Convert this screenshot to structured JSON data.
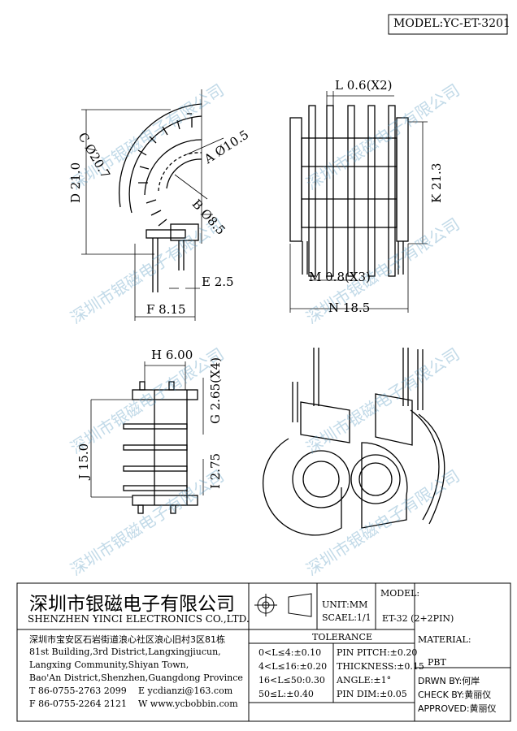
{
  "model_header": "MODEL:YC-ET-3201",
  "watermark": "深圳市银磁电子有限公司",
  "dims": {
    "L": "L 0.6(X2)",
    "K": "K 21.3",
    "D": "D 21.0",
    "C": "C Ø20.7",
    "A": "A Ø10.5",
    "B": "B Ø8.5",
    "E": "E 2.5",
    "F": "F 8.15",
    "M": "M 0.8(X3)",
    "N": "N 18.5",
    "H": "H 6.00",
    "G": "G 2.65(X4)",
    "J": "J 15.0",
    "I": "I 2.75"
  },
  "company": {
    "name_cn": "深圳市银磁电子有限公司",
    "name_en": "SHENZHEN YINCI ELECTRONICS CO.,LTD.",
    "address_cn": "深圳市宝安区石岩街道浪心社区浪心旧村3区81栋",
    "address_en_1": "81st Building,3rd District,Langxingjiucun,",
    "address_en_2": "Langxing Community,Shiyan Town,",
    "address_en_3": "Bao'An District,Shenzhen,Guangdong Province",
    "tel": "T 86-0755-2763 2099",
    "fax": "F 86-0755-2264 2121",
    "email": "E ycdianzi@163.com",
    "web": "W www.ycbobbin.com"
  },
  "unit": "UNIT:MM",
  "scale": "SCAEL:1/1",
  "model_label": "MODEL:",
  "model_value": "ET-32 (2+2PIN)",
  "tolerance_title": "TOLERANCE",
  "tolerance_left": [
    "0<L≤4:±0.10",
    "4<L≤16:±0.20",
    "16<L≤50:0.30",
    "50≤L:±0.40"
  ],
  "tolerance_right": [
    "PIN PITCH:±0.20",
    "THICKNESS:±0.15",
    "ANGLE:±1°",
    "PIN DIM:±0.05"
  ],
  "material_label": "MATERIAL:",
  "material_value": "PBT",
  "drawn_by": "DRWN BY:何岸",
  "check_by": "CHECK BY:黄丽仪",
  "approved": "APPROVED:黄丽仪"
}
